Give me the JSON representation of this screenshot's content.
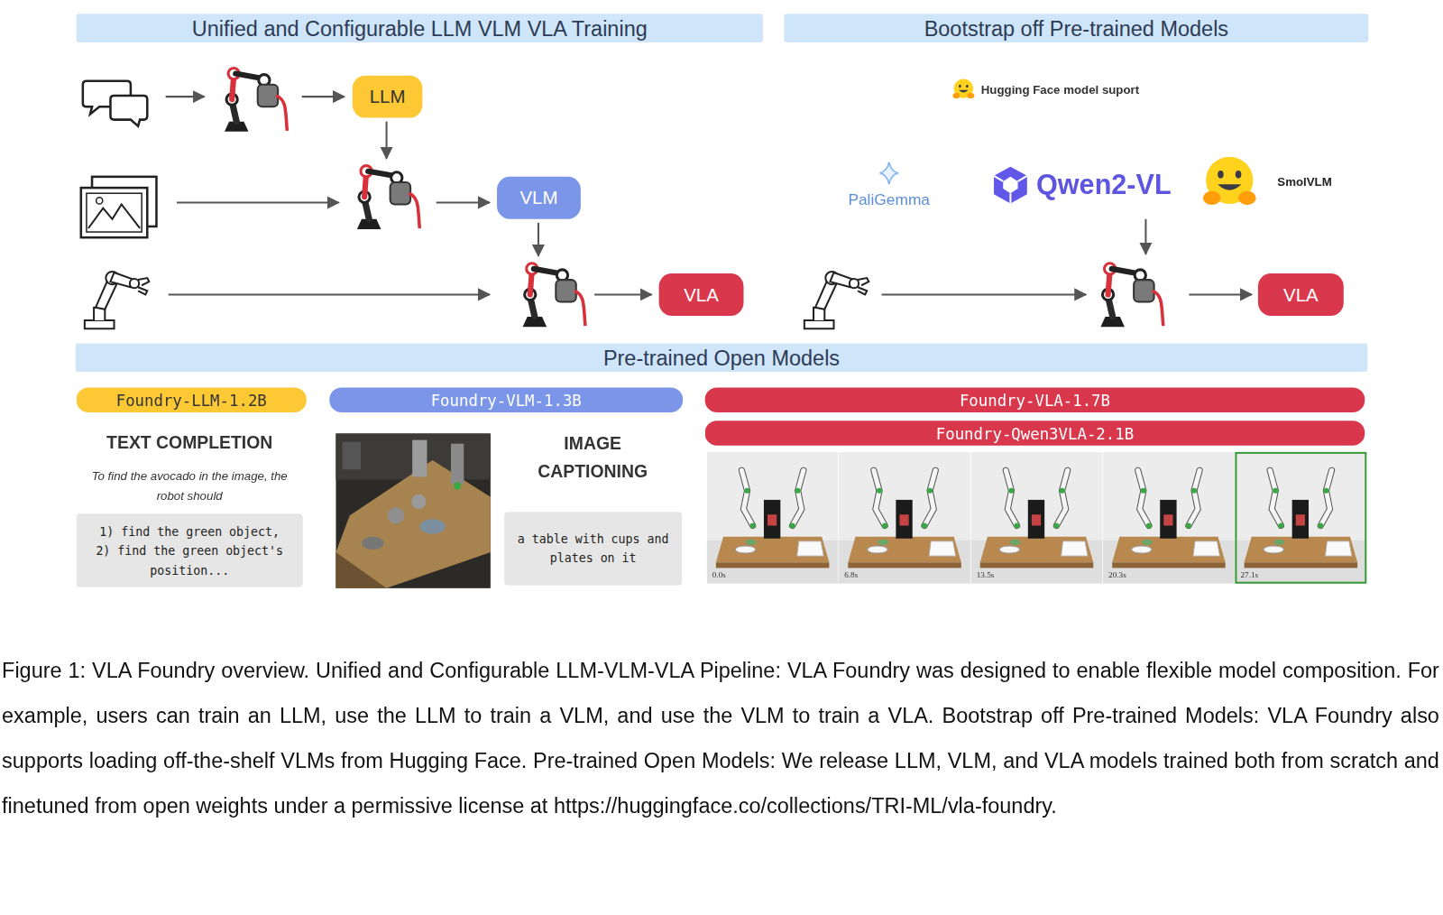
{
  "diagram": {
    "caption": "Figure 1: VLA Foundry overview. Unified and Configurable LLM-VLM-VLA Pipeline: VLA Foundry was designed to enable flexible model composition. For example, users can train an LLM, use the LLM to train a VLM, and use the VLM to train a VLA. Bootstrap off Pre-trained Models: VLA Foundry also supports loading off-the-shelf VLMs from Hugging Face. Pre-trained Open Models: We release LLM, VLM, and VLA models trained both from scratch and finetuned from open weights under a permissive license at https://huggingface.co/collections/TRI-ML/vla-foundry.",
    "nodes": [
      {
        "text": [
          "Unified and Configurable LLM VLM VLA Training"
        ]
      },
      {
        "text": [
          "Bootstrap off Pre-trained Models"
        ]
      },
      {
        "text": [
          "LLM"
        ]
      },
      {
        "text": [
          "VLM"
        ]
      },
      {
        "text": [
          "VLA"
        ]
      },
      {
        "text": [
          "VLA"
        ]
      },
      {
        "text": [
          "Pre-trained Open Models"
        ]
      },
      {
        "text": [
          "Foundry-LLM-1.2B"
        ]
      },
      {
        "text": [
          "1) find the green object, 2) find the green object's position..."
        ]
      },
      {
        "text": [
          "Foundry-VLM-1.3B"
        ]
      },
      {
        "text": [
          "a table with cups and plates on it"
        ]
      },
      {
        "text": [
          "Foundry-VLA-1.7B"
        ]
      },
      {
        "text": [
          "Foundry-Qwen3VLA-2.1B"
        ]
      }
    ],
    "labels": [
      "Hugging Face model suport",
      "PaliGemma",
      "Qwen2-VL",
      "SmolVLM",
      "TEXT COMPLETION",
      "To find the avocado in the image, the robot should",
      "IMAGE CAPTIONING",
      "0.0s",
      "6.8s",
      "13.5s",
      "20.3s",
      "27.1s"
    ]
  }
}
